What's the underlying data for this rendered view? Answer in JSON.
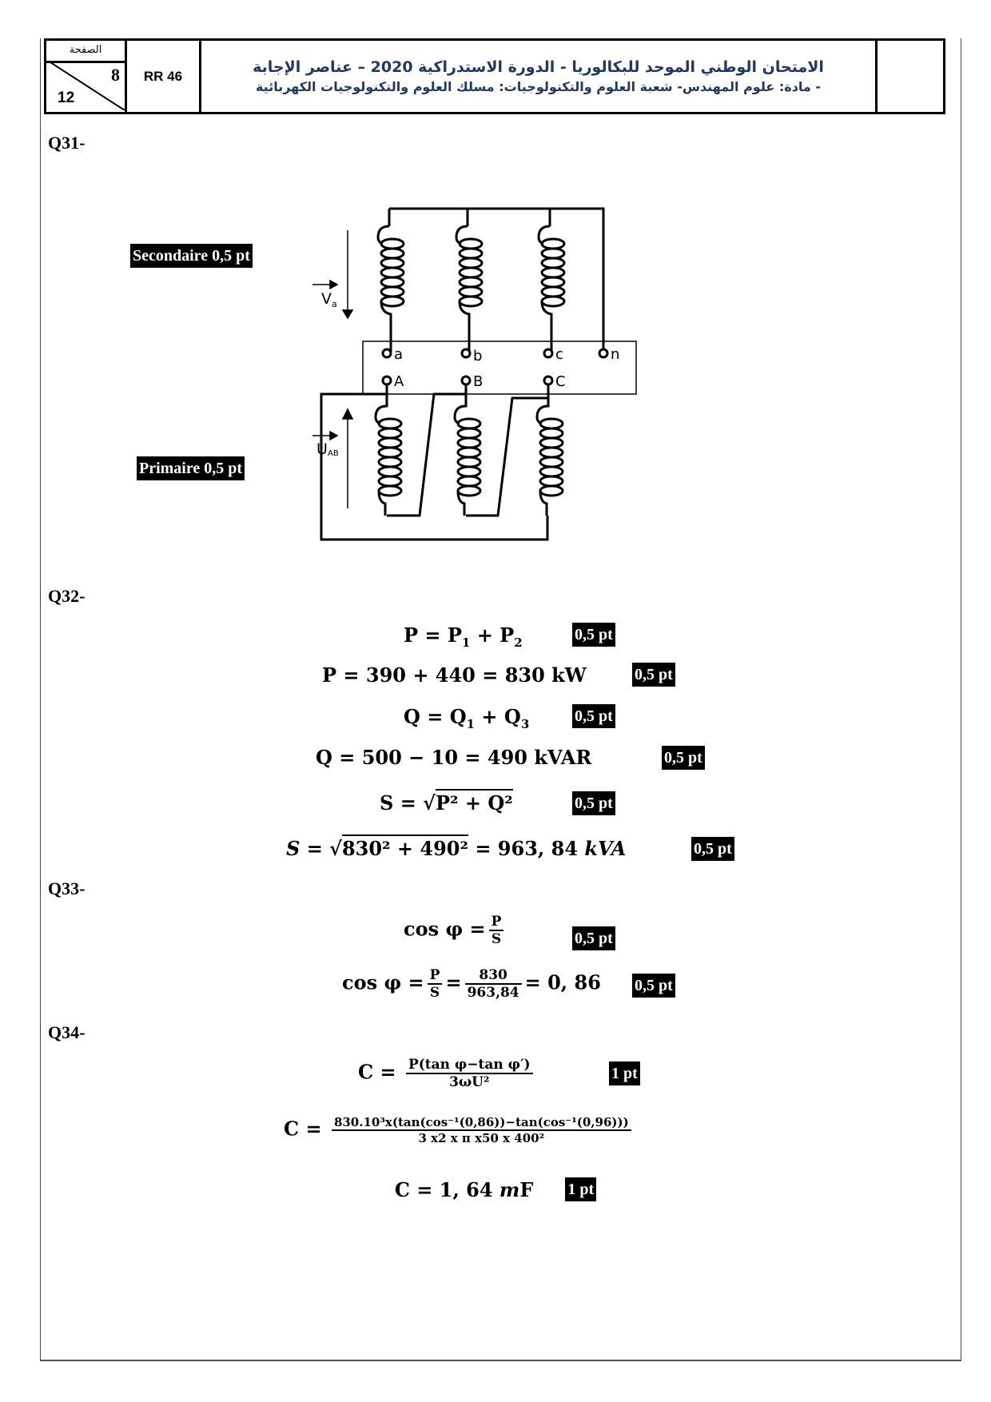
{
  "header": {
    "page_label": "الصفحة",
    "page_number": "8",
    "page_total": "12",
    "exam_code": "RR 46",
    "title_line1": "الامتحان الوطني الموحد للبكالوريا - الدورة الاستدراكية 2020 – عناصر الإجابة",
    "title_line2": "- مادة: علوم المهندس- شعبة العلوم والتكنولوجيات: مسلك العلوم والتكنولوجيات الكهربائية",
    "title_color": "#1f3864"
  },
  "q31": {
    "label": "Q31-",
    "secondary_badge": "Secondaire 0,5 pt",
    "primary_badge": "Primaire 0,5 pt",
    "terminals_secondary": [
      "a",
      "b",
      "c",
      "n"
    ],
    "terminals_primary": [
      "A",
      "B",
      "C"
    ],
    "voltage_secondary": "V",
    "voltage_secondary_sub": "a",
    "voltage_primary": "U",
    "voltage_primary_sub": "AB"
  },
  "q32": {
    "label": "Q32-",
    "lines": [
      {
        "lhs": "P = P",
        "s1": "1",
        "mid": " + P",
        "s2": "2",
        "points": "0,5 pt"
      },
      {
        "text": "P = 390 + 440 = 830 kW",
        "points": "0,5 pt"
      },
      {
        "lhs": "Q = Q",
        "s1": "1",
        "mid": " + Q",
        "s2": "3",
        "points": "0,5 pt"
      },
      {
        "text": "Q = 500 − 10 = 490 kVAR",
        "points": "0,5 pt"
      },
      {
        "lhs": "S = √",
        "radicand": "P² + Q²",
        "points": "0,5 pt"
      },
      {
        "lhs": "S",
        "eq": " = √",
        "radicand": "830² + 490²",
        "rhs": " = 963, 84 ",
        "unit": "kVA",
        "points": "0,5 pt"
      }
    ]
  },
  "q33": {
    "label": "Q33-",
    "line1": {
      "lhs": "cos φ =",
      "num": "P",
      "den": "S",
      "points": "0,5 pt"
    },
    "line2": {
      "lhs": "cos φ =",
      "num1": "P",
      "den1": "S",
      "eq": "=",
      "num2": "830",
      "den2": "963,84",
      "rhs": "= 0, 86",
      "points": "0,5 pt"
    }
  },
  "q34": {
    "label": "Q34-",
    "line1": {
      "lhs": "C =",
      "num": "P(tan φ−tan φ′)",
      "den": "3ωU²",
      "points": "1 pt"
    },
    "line2": {
      "lhs": "C =",
      "num": "830.10³x(tan(cos⁻¹(0,86))−tan(cos⁻¹(0,96)))",
      "den": "3 x2 x π x50 x 400²"
    },
    "line3": {
      "lhs": "C =  1, 64 ",
      "unit": "m",
      "unit2": "F",
      "points": "1 pt"
    }
  }
}
